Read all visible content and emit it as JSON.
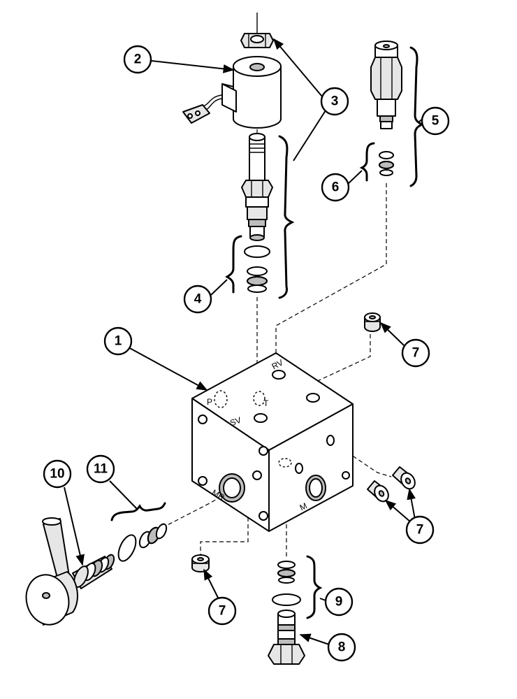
{
  "callouts": {
    "c1": "1",
    "c2": "2",
    "c3": "3",
    "c4": "4",
    "c5": "5",
    "c6": "6",
    "c7a": "7",
    "c7b": "7",
    "c7c": "7",
    "c8": "8",
    "c9": "9",
    "c10": "10",
    "c11": "11"
  },
  "ports": {
    "p": "P",
    "t": "T",
    "sv": "SV",
    "rv": "RV",
    "mr": "MR",
    "m": "M"
  }
}
